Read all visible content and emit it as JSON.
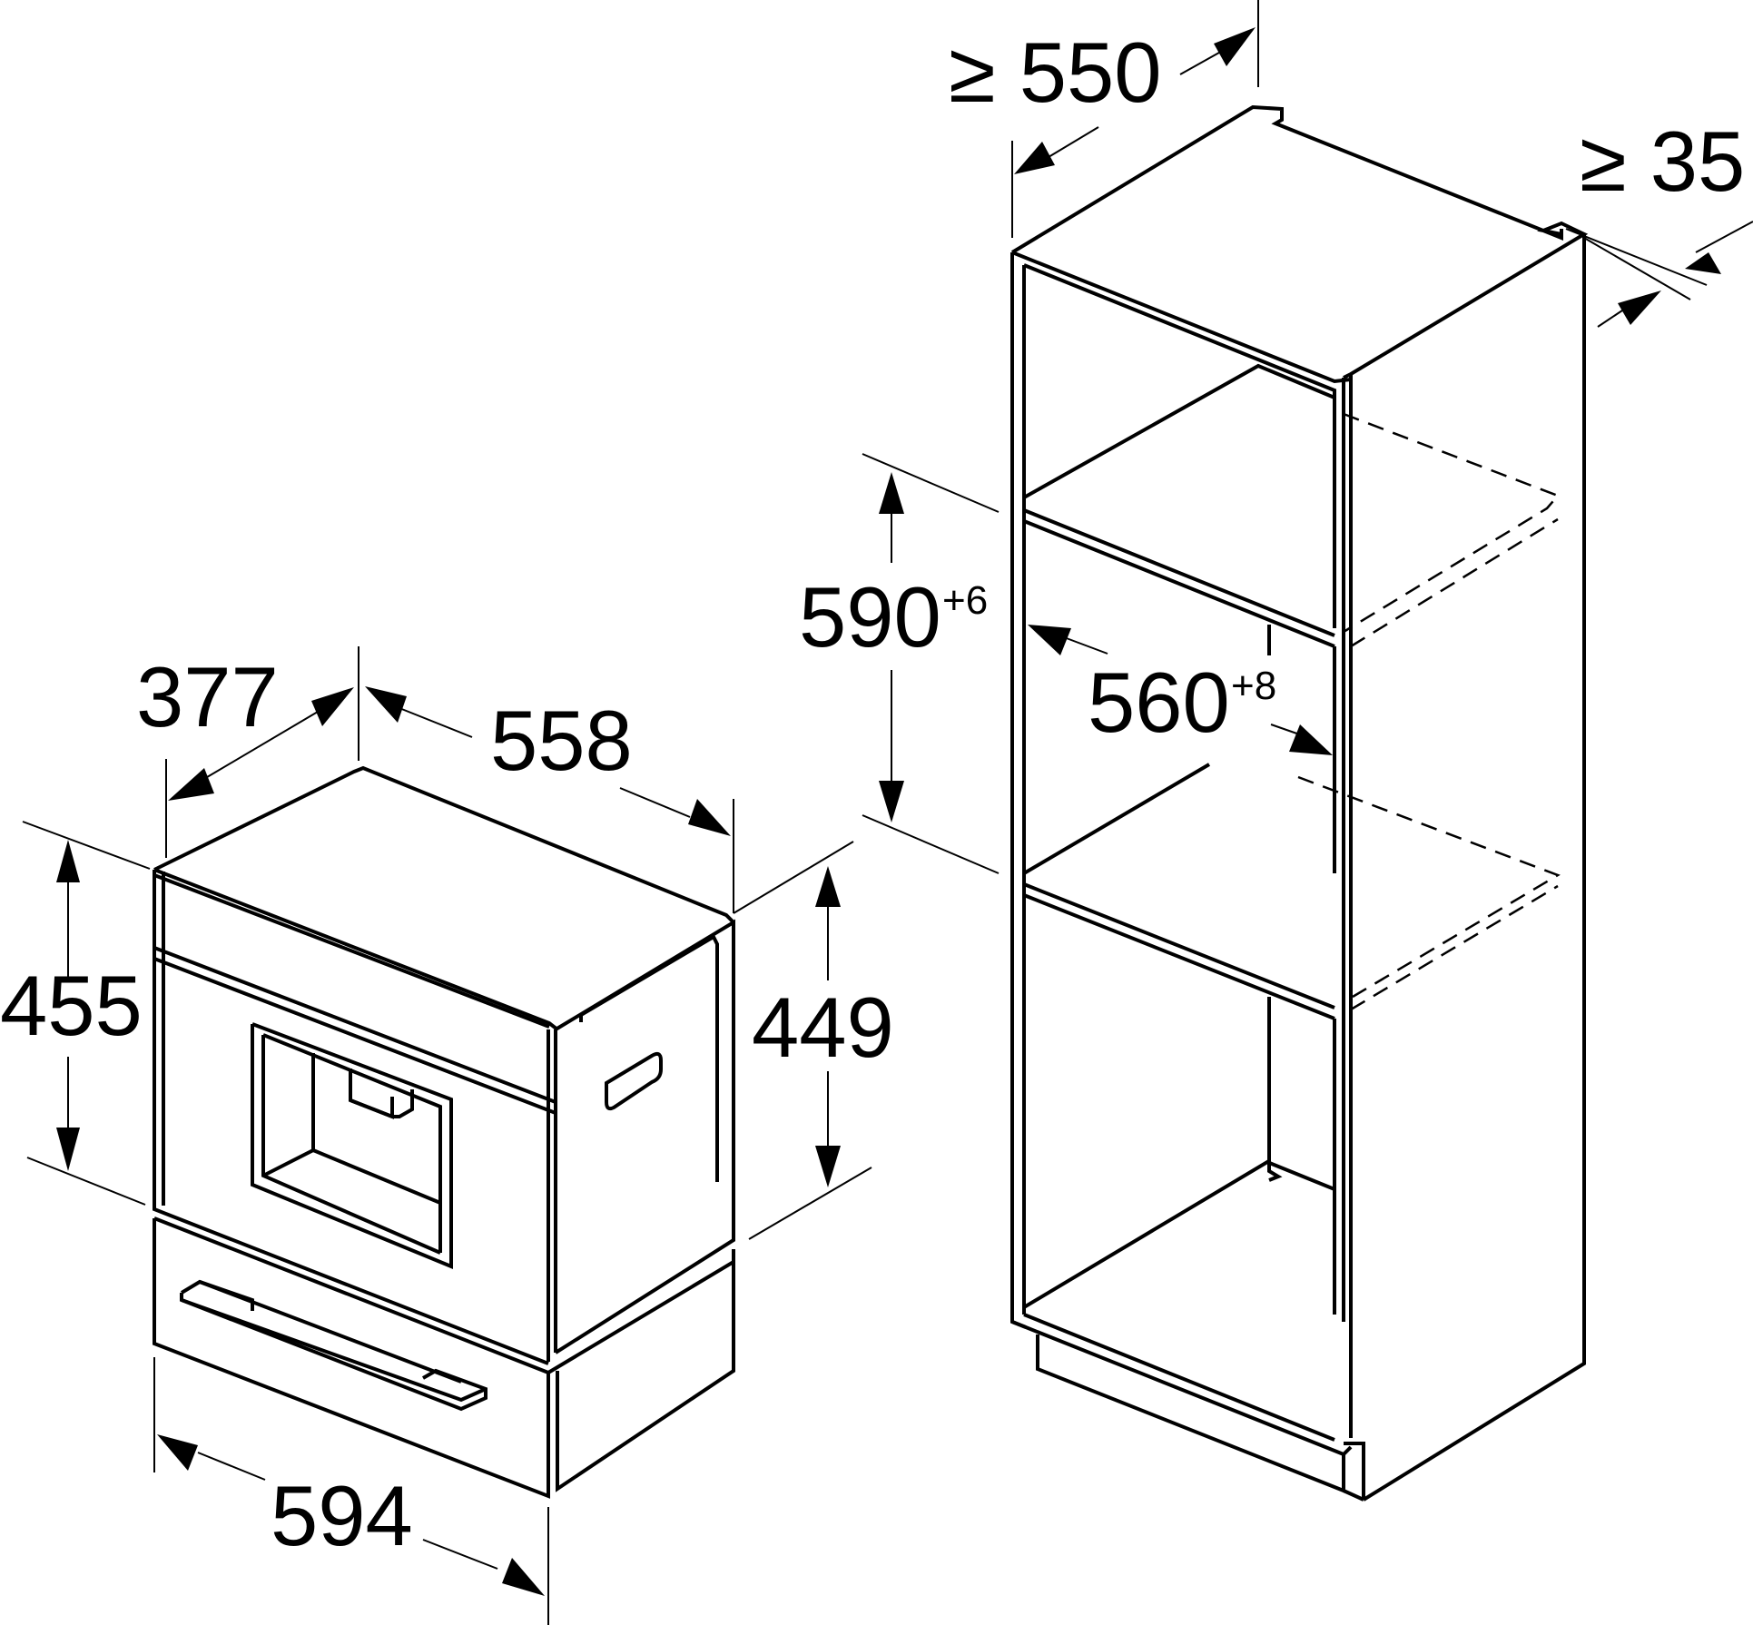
{
  "appliance": {
    "width_label": "594",
    "height_label": "455",
    "body_height_label": "449",
    "depth_label": "558",
    "front_depth_label": "377"
  },
  "cabinet": {
    "depth_label": "≥ 550",
    "clearance_label": "≥ 35",
    "niche_height_label": "590",
    "niche_height_tolerance": "+6",
    "niche_width_label": "560",
    "niche_width_tolerance": "+8"
  }
}
